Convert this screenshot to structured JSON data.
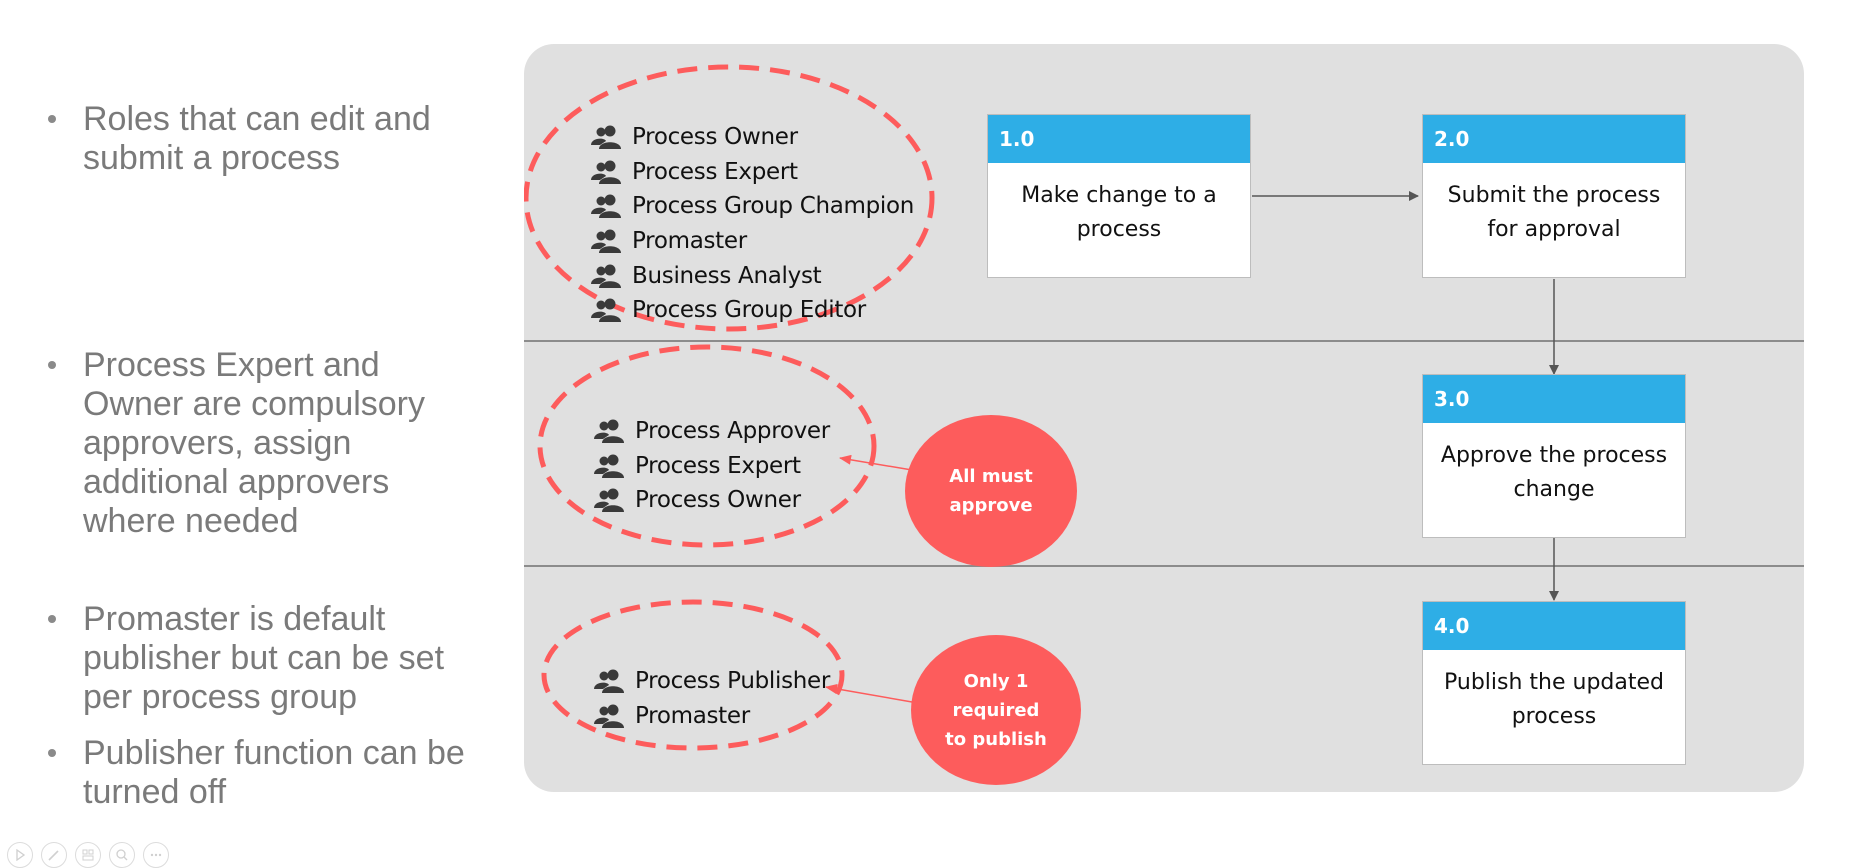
{
  "bullets": [
    {
      "text": "Roles that can edit and\nsubmit a process"
    },
    {
      "text": "Process Expert and\nOwner are compulsory\napprovers, assign\nadditional approvers\nwhere needed"
    },
    {
      "text": "Promaster is default\npublisher but can be set\nper process group"
    },
    {
      "text": "Publisher function can be\nturned off"
    }
  ],
  "lanes": [
    {
      "name": "edit-submit",
      "roles": [
        "Process Owner",
        "Process Expert",
        "Process Group Champion",
        "Promaster",
        "Business Analyst",
        "Process Group Editor"
      ],
      "role_icon": "users-icon"
    },
    {
      "name": "approve",
      "roles": [
        "Process Approver",
        "Process Expert",
        "Process Owner"
      ],
      "role_icon": "users-icon",
      "callout": "All must\napprove"
    },
    {
      "name": "publish",
      "roles": [
        "Process Publisher",
        "Promaster"
      ],
      "role_icon": "users-icon",
      "callout": "Only 1\nrequired\nto publish"
    }
  ],
  "steps": [
    {
      "id": "1.0",
      "label": "Make change to a\nprocess"
    },
    {
      "id": "2.0",
      "label": "Submit the process\nfor approval"
    },
    {
      "id": "3.0",
      "label": "Approve the process\nchange"
    },
    {
      "id": "4.0",
      "label": "Publish the updated\nprocess"
    }
  ],
  "toolbar": {
    "icons": [
      "play-icon",
      "pen-icon",
      "slides-icon",
      "zoom-icon",
      "more-icon"
    ]
  },
  "colors": {
    "step_header": "#2eaee6",
    "callout": "#fd5c5c",
    "dashed_ellipse": "#fd5c5c",
    "panel": "#e0e0e0",
    "bullet_text": "#7a7a7a"
  }
}
